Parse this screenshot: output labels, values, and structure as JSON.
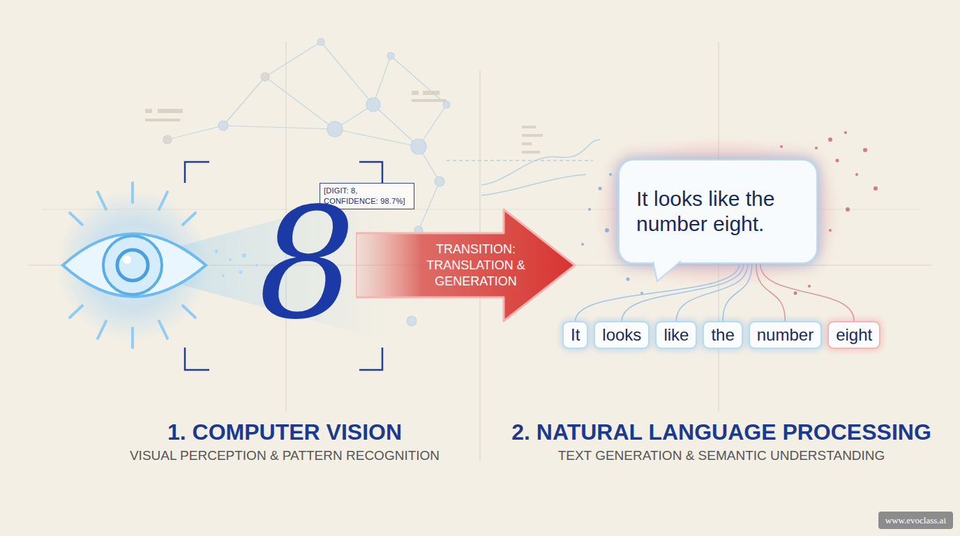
{
  "diagram": {
    "nodes": [
      {
        "text": [
          "[DIGIT: 8, CONFIDENCE: 98.7%]"
        ]
      },
      {
        "text": [
          "TRANSITION: TRANSLATION & GENERATION"
        ]
      },
      {
        "text": [
          "It looks like the number eight."
        ]
      },
      {
        "text": [
          "It"
        ]
      },
      {
        "text": [
          "looks"
        ]
      },
      {
        "text": [
          "like"
        ]
      },
      {
        "text": [
          "the"
        ]
      },
      {
        "text": [
          "number"
        ]
      },
      {
        "text": [
          "eight"
        ]
      }
    ],
    "edges": [
      {
        "from": 2,
        "to": 3,
        "arrow": "none"
      },
      {
        "from": 2,
        "to": 4,
        "arrow": "none"
      },
      {
        "from": 2,
        "to": 5,
        "arrow": "none"
      },
      {
        "from": 2,
        "to": 6,
        "arrow": "none"
      },
      {
        "from": 2,
        "to": 7,
        "arrow": "none"
      },
      {
        "from": 2,
        "to": 8,
        "arrow": "none"
      }
    ],
    "labels": [
      "8",
      "1. COMPUTER VISION",
      "VISUAL PERCEPTION & PATTERN RECOGNITION",
      "2. NATURAL LANGUAGE PROCESSING",
      "TEXT GENERATION & SEMANTIC UNDERSTANDING",
      "www.evoclass.ai"
    ]
  }
}
